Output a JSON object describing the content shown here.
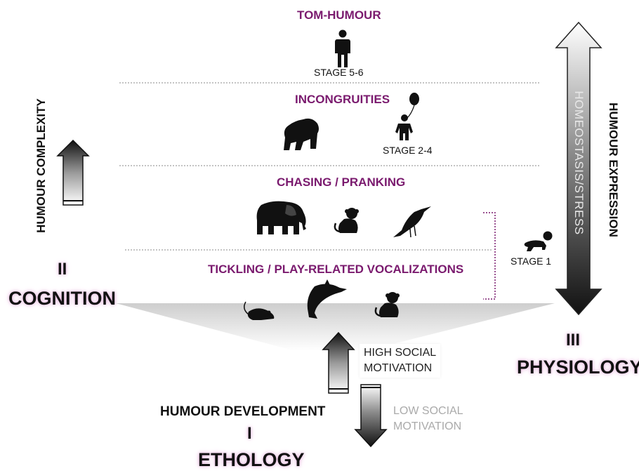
{
  "levels": {
    "tom": "TOM-HUMOUR",
    "incongruities": "INCONGRUITIES",
    "chasing": "CHASING / PRANKING",
    "tickling": "TICKLING / PLAY-RELATED VOCALIZATIONS"
  },
  "stages": {
    "stage_5_6": "STAGE 5-6",
    "stage_2_4": "STAGE 2-4",
    "stage_1": "STAGE 1"
  },
  "axes": {
    "complexity": "HUMOUR COMPLEXITY",
    "expression": "HUMOUR EXPRESSION",
    "homeostasis": "HOMEOSTASIS/STRESS"
  },
  "domains": {
    "cognition_num": "II",
    "cognition": "COGNITION",
    "physiology_num": "III",
    "physiology": "PHYSIOLOGY",
    "development": "HUMOUR DEVELOPMENT",
    "ethology_num": "I",
    "ethology": "ETHOLOGY"
  },
  "motivation": {
    "high_line1": "HIGH SOCIAL",
    "high_line2": "MOTIVATION",
    "low_line1": "LOW SOCIAL",
    "low_line2": "MOTIVATION"
  },
  "icons": [
    "adult-human-icon",
    "child-balloon-icon",
    "gorilla-icon",
    "elephant-icon",
    "monkey-icon",
    "crow-icon",
    "baby-crawling-icon",
    "rat-icon",
    "dolphin-icon"
  ],
  "colors": {
    "accent": "#7a1a6e",
    "arrow_dark": "#111111"
  }
}
